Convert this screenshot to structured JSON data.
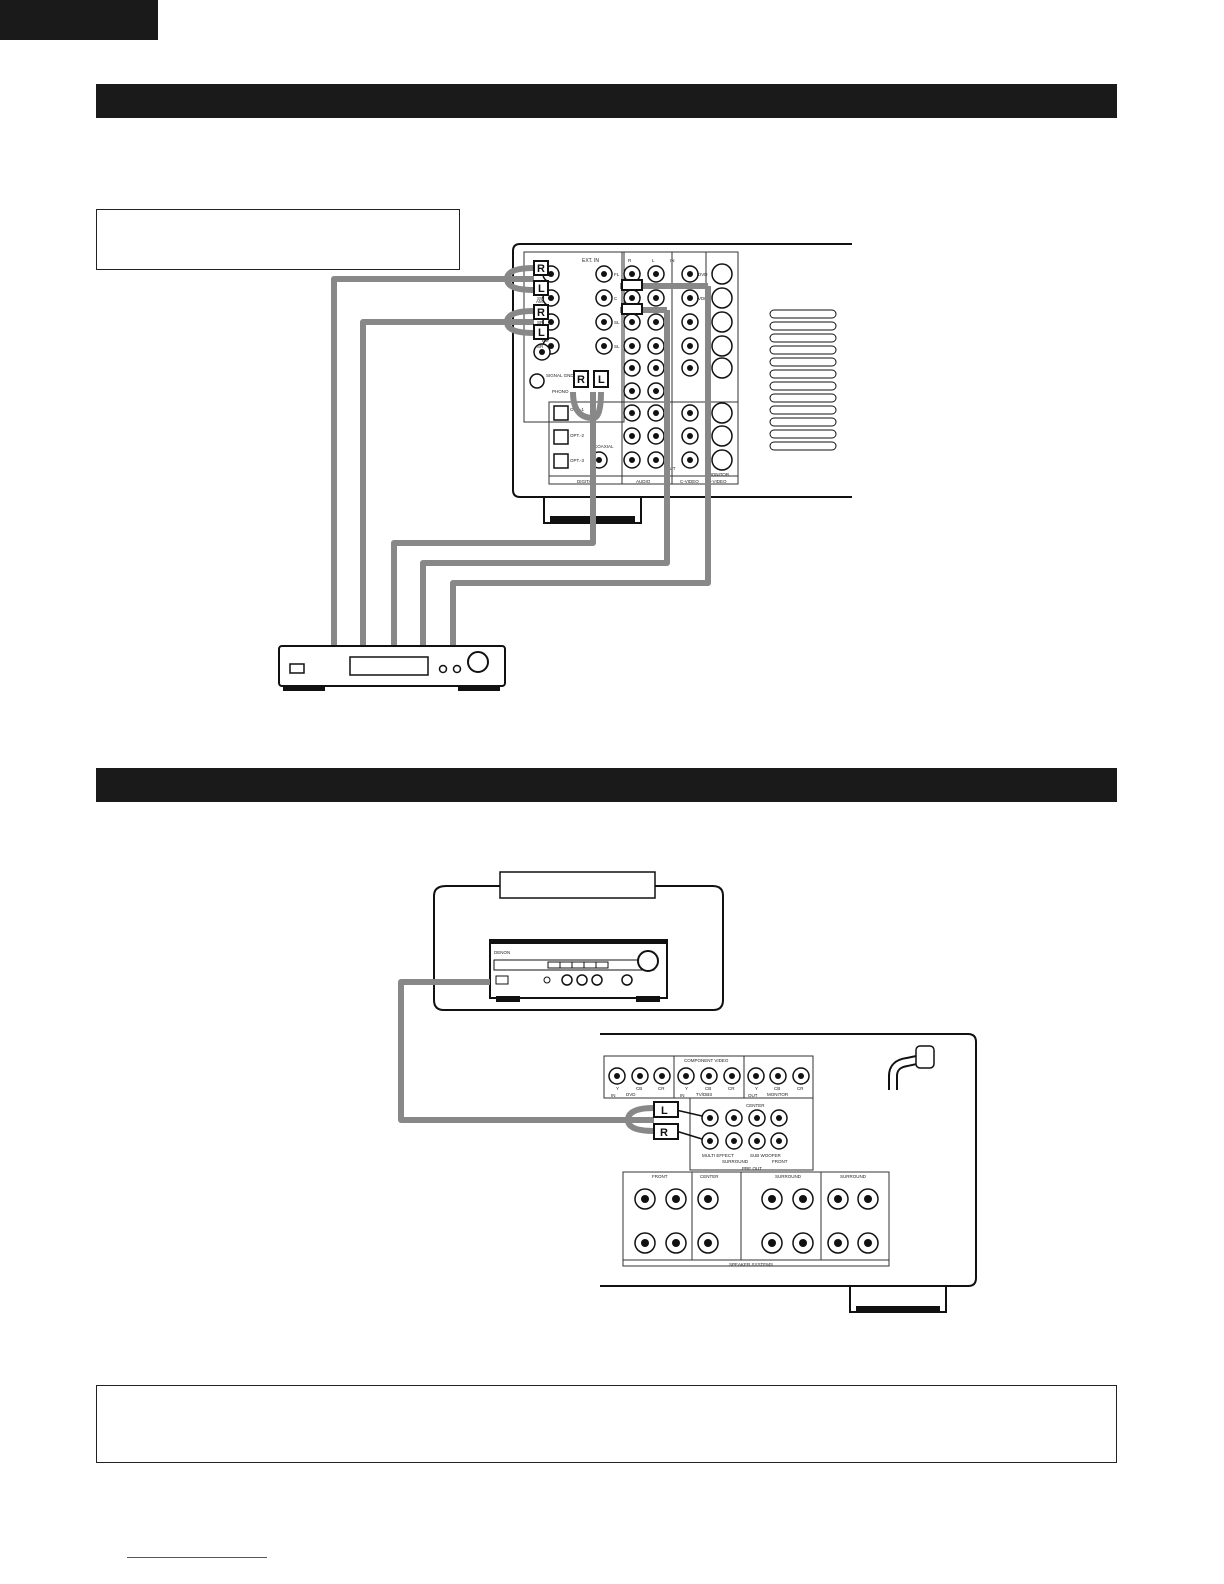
{
  "diagram_labels": {
    "ext_in": "EXT. IN",
    "fl": "FL",
    "fr": "FR",
    "sw": "SW",
    "c": "C",
    "sl": "SL",
    "sr": "SR",
    "r": "R",
    "l": "L",
    "in": "IN",
    "out": "OUT",
    "dvd": "DVD",
    "vdp": "VDP",
    "opt1": "OPT.-1",
    "opt2": "OPT.-2",
    "opt3": "OPT.-3",
    "coaxial": "COAXIAL",
    "digital": "DIGITAL",
    "audio": "AUDIO",
    "c_video": "C-VIDEO",
    "s_video": "S-VIDEO",
    "monitor": "MONITOR",
    "signal_gnd": "SIGNAL GND",
    "phono": "PHONO",
    "am": "AM",
    "fm": "FM",
    "component_video": "COMPONENT VIDEO",
    "y": "Y",
    "cb": "CB",
    "cr": "CR",
    "tv_dbs": "TV/DBS",
    "center": "CENTER",
    "front": "FRONT",
    "surround": "SURROUND",
    "multi_effect": "MULTI EFFECT",
    "sub_woofer": "SUB WOOFER",
    "pre_out": "PRE OUT",
    "speaker_systems": "SPEAKER SYSTEMS",
    "denon": "DENON"
  }
}
